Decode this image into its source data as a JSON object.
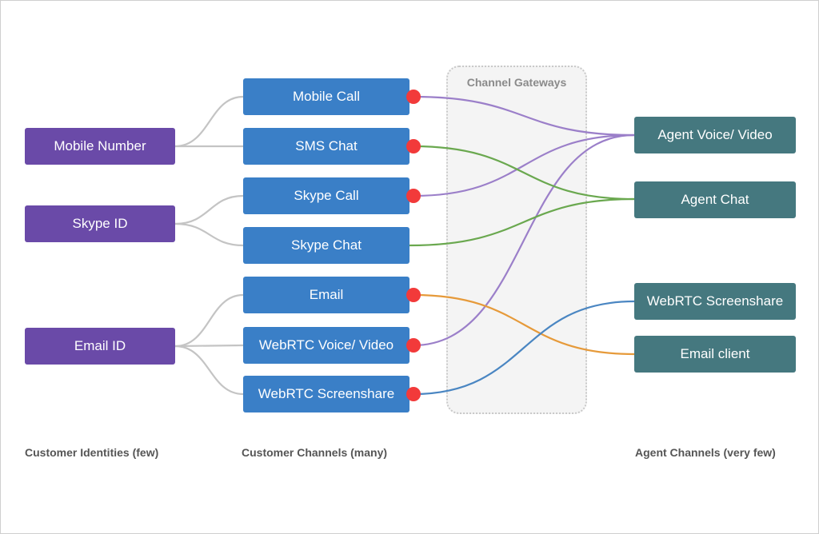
{
  "gateway": {
    "title": "Channel Gateways"
  },
  "identities": [
    "Mobile Number",
    "Skype ID",
    "Email ID"
  ],
  "channels": [
    "Mobile Call",
    "SMS Chat",
    "Skype Call",
    "Skype Chat",
    "Email",
    "WebRTC Voice/ Video",
    "WebRTC Screenshare"
  ],
  "agents": [
    "Agent Voice/ Video",
    "Agent Chat",
    "WebRTC Screenshare",
    "Email client"
  ],
  "captions": {
    "identities": "Customer Identities (few)",
    "channels": "Customer Channels (many)",
    "agents": "Agent Channels (very few)"
  },
  "colors": {
    "identity": "#6a4aa8",
    "channel": "#3a7fc7",
    "agent": "#45787f",
    "gateway_dot": "#f23a3a",
    "voice_link": "#9b7fc9",
    "chat_link": "#6aa84f",
    "email_link": "#e69a3a",
    "screenshare_link": "#4a86c2",
    "identity_link": "#c4c4c4"
  }
}
